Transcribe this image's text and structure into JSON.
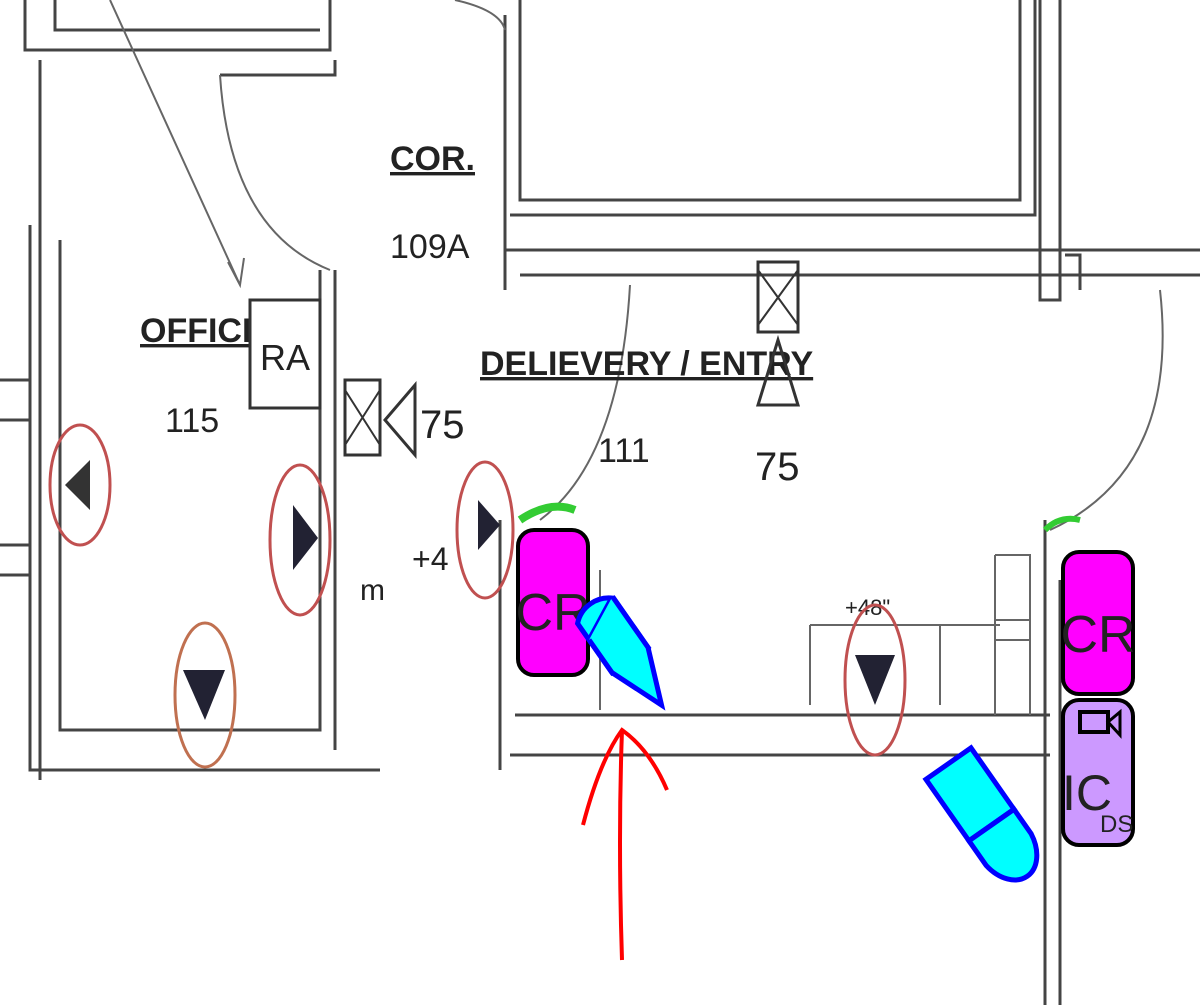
{
  "rooms": {
    "corridor": {
      "name": "COR.",
      "number": "109A"
    },
    "office": {
      "name": "OFFICE",
      "number": "115"
    },
    "delivery": {
      "name": "DELIEVERY / ENTRY",
      "number": "111"
    }
  },
  "symbols": {
    "ra_label": "RA",
    "speaker_left_value": "75",
    "speaker_right_value": "75",
    "height_left": "+4",
    "height_right": "+48\"",
    "card_reader_1": "CR",
    "card_reader_2": "CR",
    "intercom_main": "IC",
    "intercom_sub": "DS"
  },
  "colors": {
    "card_reader": "#ff00ff",
    "intercom": "#cc99ff",
    "camera": "#00ffff",
    "camera_outline": "#0000ff",
    "annotation": "#ff0000",
    "circle_marker": "#c05050",
    "wall": "#444444"
  }
}
